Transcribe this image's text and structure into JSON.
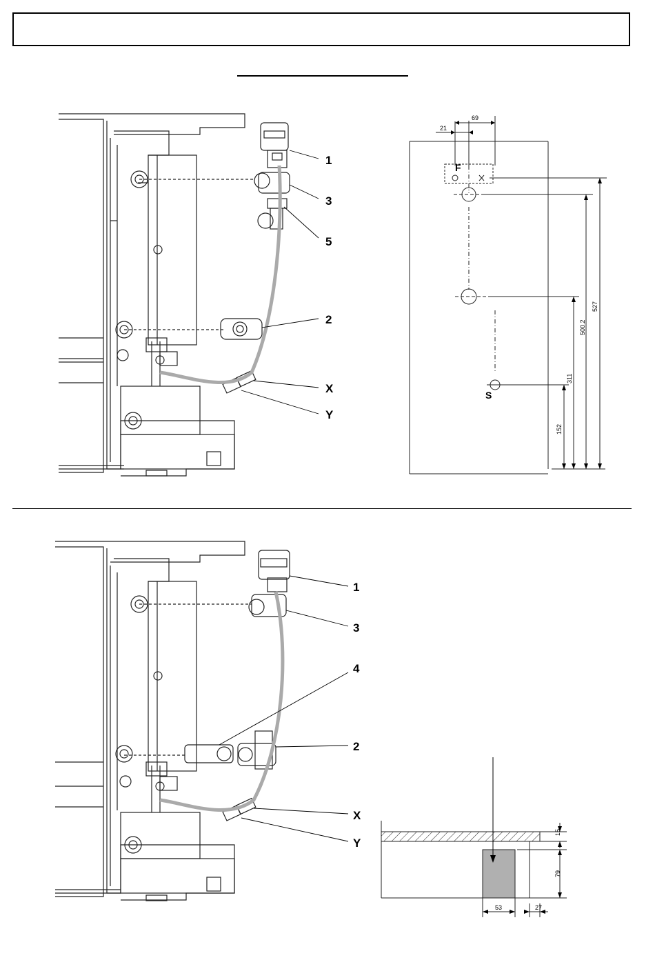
{
  "header": {
    "title": "",
    "subtitle": ""
  },
  "figure_top": {
    "callouts": {
      "c1": "1",
      "c3": "3",
      "c5": "5",
      "c2": "2",
      "cx": "X",
      "cy": "Y"
    }
  },
  "figure_dims": {
    "d69": "69",
    "d21": "21",
    "d527": "527",
    "d500": "500.2",
    "d311": "311",
    "d152": "152",
    "lblF": "F",
    "lblS": "S"
  },
  "figure_bottom": {
    "callouts": {
      "c1": "1",
      "c3": "3",
      "c4": "4",
      "c2": "2",
      "cx": "X",
      "cy": "Y"
    }
  },
  "figure_section": {
    "d15": "15",
    "d79": "79",
    "d53": "53",
    "d27": "27"
  }
}
